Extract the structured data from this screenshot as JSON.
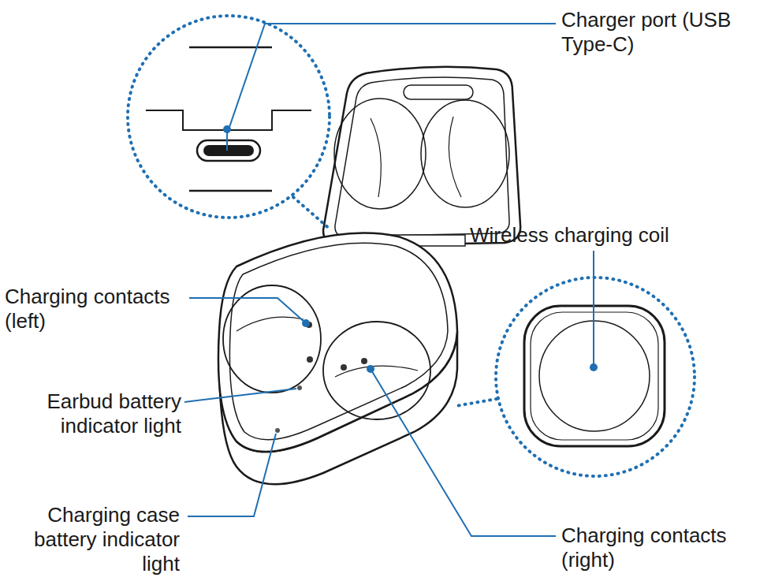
{
  "diagram": {
    "labels": [
      "Charger port (USB Type-C)",
      "Wireless charging coil",
      "Charging contacts (left)",
      "Earbud battery indicator light",
      "Charging case battery indicator light",
      "Charging contacts (right)"
    ]
  }
}
